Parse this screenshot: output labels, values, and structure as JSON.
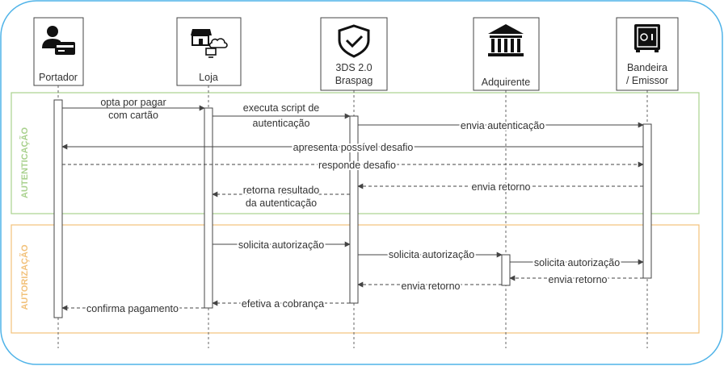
{
  "colors": {
    "frame": "#4fb3e8",
    "auth_phase": "#a9d18e",
    "authz_phase": "#f2c17a",
    "line": "#444444",
    "text": "#333333"
  },
  "participants": [
    {
      "key": "portador",
      "label": [
        "Portador"
      ],
      "icon": "person-card-icon"
    },
    {
      "key": "loja",
      "label": [
        "Loja"
      ],
      "icon": "store-cloud-icon"
    },
    {
      "key": "3ds",
      "label": [
        "3DS 2.0",
        "Braspag"
      ],
      "icon": "shield-check-icon"
    },
    {
      "key": "adquirente",
      "label": [
        "Adquirente"
      ],
      "icon": "bank-icon"
    },
    {
      "key": "bandeira",
      "label": [
        "Bandeira",
        "/ Emissor"
      ],
      "icon": "safe-icon"
    }
  ],
  "phases": [
    {
      "key": "autenticacao",
      "label": "AUTENTICAÇÃO"
    },
    {
      "key": "autorizacao",
      "label": "AUTORIZAÇÃO"
    }
  ],
  "messages": [
    {
      "from": "portador",
      "to": "loja",
      "style": "solid",
      "label": [
        "opta por pagar",
        "com cartão"
      ]
    },
    {
      "from": "loja",
      "to": "3ds",
      "style": "solid",
      "label": [
        "executa script de",
        "autenticação"
      ]
    },
    {
      "from": "3ds",
      "to": "bandeira",
      "style": "solid",
      "label": [
        "envia autenticação"
      ]
    },
    {
      "from": "bandeira",
      "to": "portador",
      "style": "solid",
      "label": [
        "apresenta possível desafio"
      ]
    },
    {
      "from": "portador",
      "to": "bandeira",
      "style": "dashed",
      "label": [
        "responde desafio"
      ]
    },
    {
      "from": "bandeira",
      "to": "3ds",
      "style": "dashed",
      "label": [
        "envia retorno"
      ]
    },
    {
      "from": "3ds",
      "to": "loja",
      "style": "dashed",
      "label": [
        "retorna resultado",
        "da autenticação"
      ]
    },
    {
      "from": "loja",
      "to": "3ds",
      "style": "solid",
      "label": [
        "solicita autorização"
      ]
    },
    {
      "from": "3ds",
      "to": "adquirente",
      "style": "solid",
      "label": [
        "solicita autorização"
      ]
    },
    {
      "from": "adquirente",
      "to": "bandeira",
      "style": "solid",
      "label": [
        "solicita autorização"
      ]
    },
    {
      "from": "bandeira",
      "to": "adquirente",
      "style": "dashed",
      "label": [
        "envia retorno"
      ]
    },
    {
      "from": "adquirente",
      "to": "3ds",
      "style": "dashed",
      "label": [
        "envia retorno"
      ]
    },
    {
      "from": "3ds",
      "to": "loja",
      "style": "dashed",
      "label": [
        "efetiva a cobrança"
      ]
    },
    {
      "from": "loja",
      "to": "portador",
      "style": "dashed",
      "label": [
        "confirma pagamento"
      ]
    }
  ]
}
